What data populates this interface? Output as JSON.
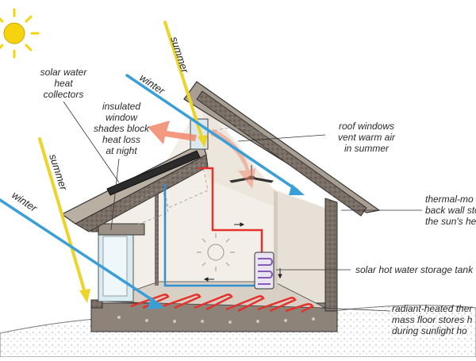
{
  "labels": {
    "solar_collectors": [
      "solar water",
      "heat",
      "collectors"
    ],
    "insulated_window": [
      "insulated",
      "window",
      "shades block",
      "heat loss",
      "at night"
    ],
    "roof_windows": [
      "roof windows",
      "vent warm air",
      "in summer"
    ],
    "thermal_wall": [
      "thermal-mo",
      "back wall sto",
      "the sun's he"
    ],
    "storage_tank": "solar hot water storage tank",
    "radiant_floor": [
      "radiant-heated ther",
      "mass floor stores h",
      "during sunlight ho"
    ],
    "summer_upper": "summer",
    "winter_upper": "winter",
    "summer_lower": "summer",
    "winter_lower": "winter"
  },
  "colors": {
    "sun": "#f5d40f",
    "summer_ray": "#ecd42a",
    "winter_ray": "#3a9fd6",
    "hot_pipe": "#e5312b",
    "cold_pipe": "#2f8fd0",
    "warm_air": "#f0876a",
    "tank": "#8a58b8"
  }
}
